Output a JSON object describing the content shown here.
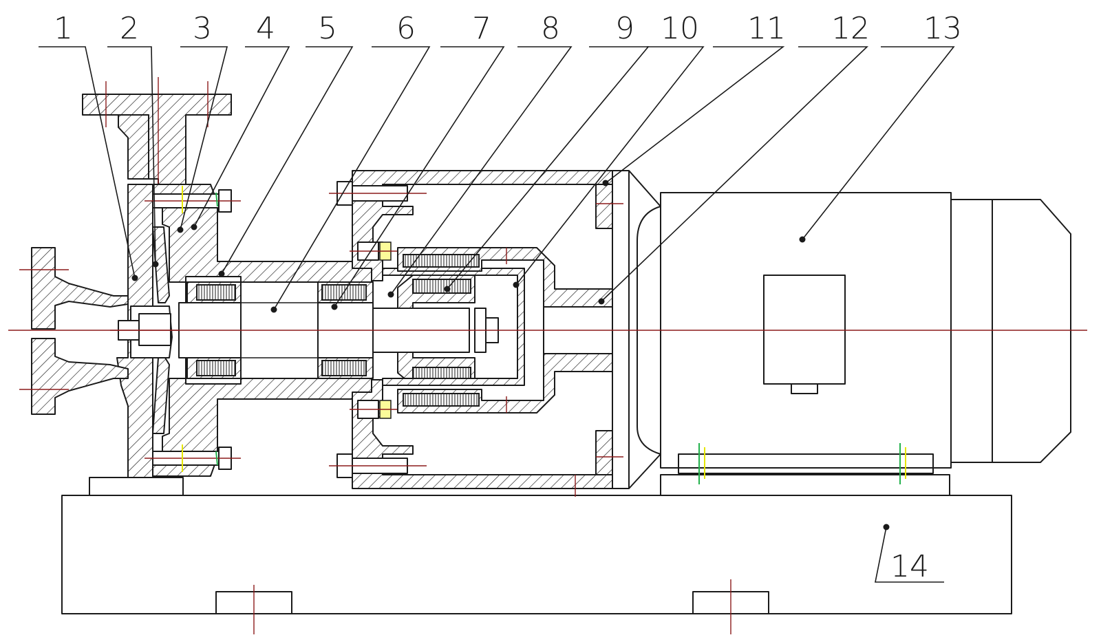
{
  "callouts": [
    {
      "id": "1",
      "label": "1"
    },
    {
      "id": "2",
      "label": "2"
    },
    {
      "id": "3",
      "label": "3"
    },
    {
      "id": "4",
      "label": "4"
    },
    {
      "id": "5",
      "label": "5"
    },
    {
      "id": "6",
      "label": "6"
    },
    {
      "id": "7",
      "label": "7"
    },
    {
      "id": "8",
      "label": "8"
    },
    {
      "id": "9",
      "label": "9"
    },
    {
      "id": "10",
      "label": "10"
    },
    {
      "id": "11",
      "label": "11"
    },
    {
      "id": "12",
      "label": "12"
    },
    {
      "id": "13",
      "label": "13"
    },
    {
      "id": "14",
      "label": "14"
    }
  ],
  "colors": {
    "line": "#1a1a1a",
    "center_line": "#8b1a1a",
    "bolt_yellow": "#e6e600",
    "bolt_green": "#22b14c",
    "background": "#ffffff"
  }
}
